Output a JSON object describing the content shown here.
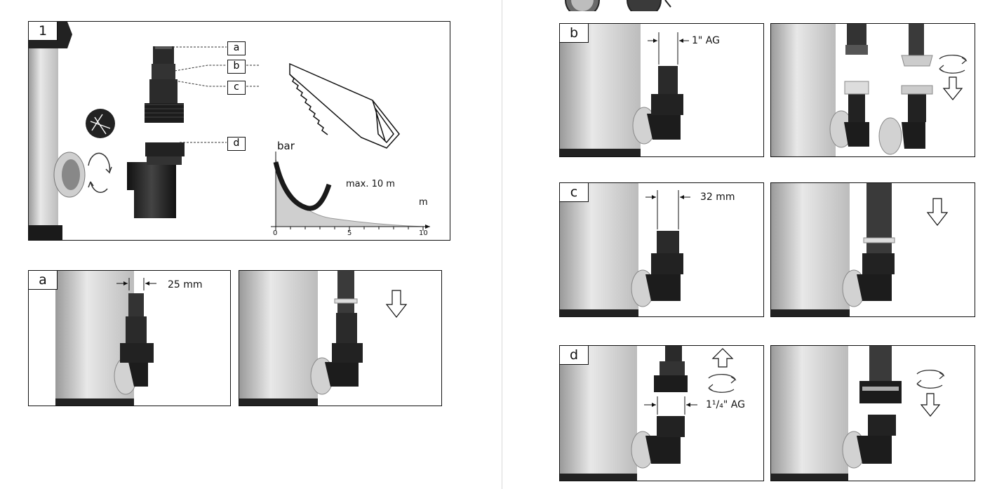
{
  "panels": {
    "p1": {
      "label": "1"
    },
    "pa": {
      "label": "a",
      "dimension": "25 mm"
    },
    "pb": {
      "label": "b",
      "dimension": "1\" AG"
    },
    "pc": {
      "label": "c",
      "dimension": "32 mm"
    },
    "pd": {
      "label": "d",
      "dimension": "1¹/₄\" AG"
    }
  },
  "overview": {
    "callouts": [
      "a",
      "b",
      "c",
      "d"
    ],
    "chart": {
      "ylabel": "bar",
      "xlabel": "m",
      "annotation": "max. 10 m",
      "ticks": [
        "0",
        "5",
        "10"
      ]
    }
  },
  "icons": {
    "rotate": "rotate-arrows-icon",
    "down": "down-arrow-icon",
    "up": "up-arrow-icon",
    "saw": "saw-icon",
    "no-tool": "no-tool-icon"
  }
}
